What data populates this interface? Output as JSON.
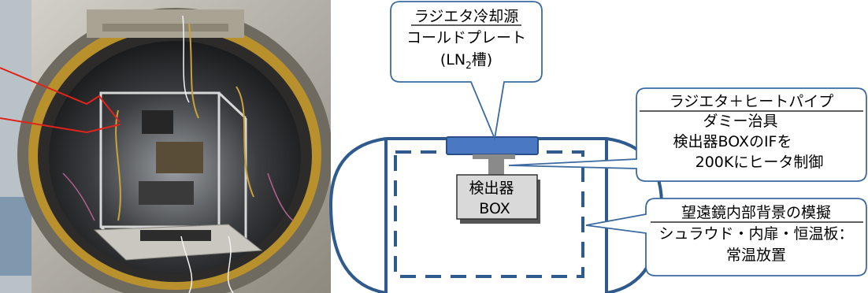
{
  "photo": {
    "description_icon": "chamber-photo-icon"
  },
  "callouts": {
    "radiator_cold_source": {
      "line1": "ラジエタ冷却源",
      "line2": "コールドプレート",
      "line3_prefix": "(LN",
      "line3_sub": "2",
      "line3_suffix": "槽)"
    },
    "radiator_heatpipe": {
      "line1": "ラジエタ＋ヒートパイプ",
      "line2": "ダミー治具",
      "line3": "検出器BOXのIFを",
      "line4": "200Kにヒータ制御"
    },
    "telescope_background": {
      "line1": "望遠鏡内部背景の模擬",
      "line2": "シュラウド・内扉・恒温板：",
      "line3": "常温放置"
    }
  },
  "detector_box": {
    "line1": "検出器",
    "line2": "BOX"
  },
  "colors": {
    "chamber_stroke": "#2e5a8e",
    "cold_plate_fill": "#4a78c2",
    "cold_plate_stroke": "#2b4f88",
    "stem_fill": "#8a8a8a",
    "box_fill": "#d9d9d9",
    "callout_stroke": "#3b6aa0",
    "pointer_red": "#e0241b"
  }
}
